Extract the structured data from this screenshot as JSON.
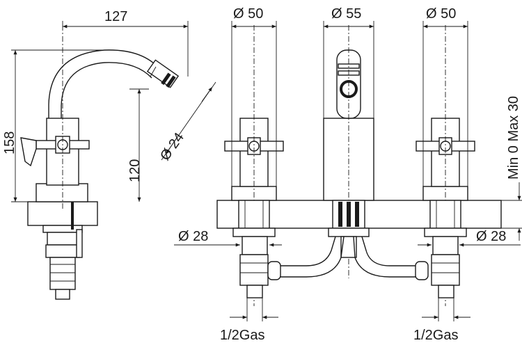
{
  "dimensions": {
    "width_127": "127",
    "height_158": "158",
    "height_120": "120",
    "dia_24": "Ø 24",
    "dia_50_left": "Ø 50",
    "dia_55": "Ø 55",
    "dia_50_right": "Ø 50",
    "dia_28_left": "Ø 28",
    "dia_28_right": "Ø 28",
    "deck_thickness": "Min 0  Max 30",
    "thread_left": "1/2Gas",
    "thread_right": "1/2Gas"
  }
}
